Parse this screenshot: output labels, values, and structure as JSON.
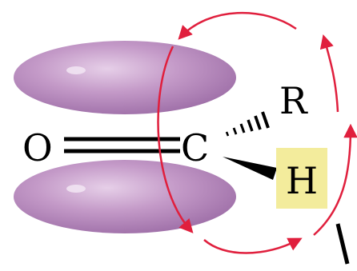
{
  "atoms": {
    "oxygen": "O",
    "carbon": "C",
    "r_group": "R",
    "hydrogen": "H"
  },
  "colors": {
    "lobe": "#c49ac8",
    "lobe_shade": "#9a6aa4",
    "arrow": "#e01f3d",
    "highlight": "#f3ec9c",
    "bond": "#000000"
  },
  "icons": [
    "pi-orbital-lobe",
    "curved-arrow",
    "hashed-wedge-bond",
    "solid-wedge-bond",
    "double-bond"
  ]
}
